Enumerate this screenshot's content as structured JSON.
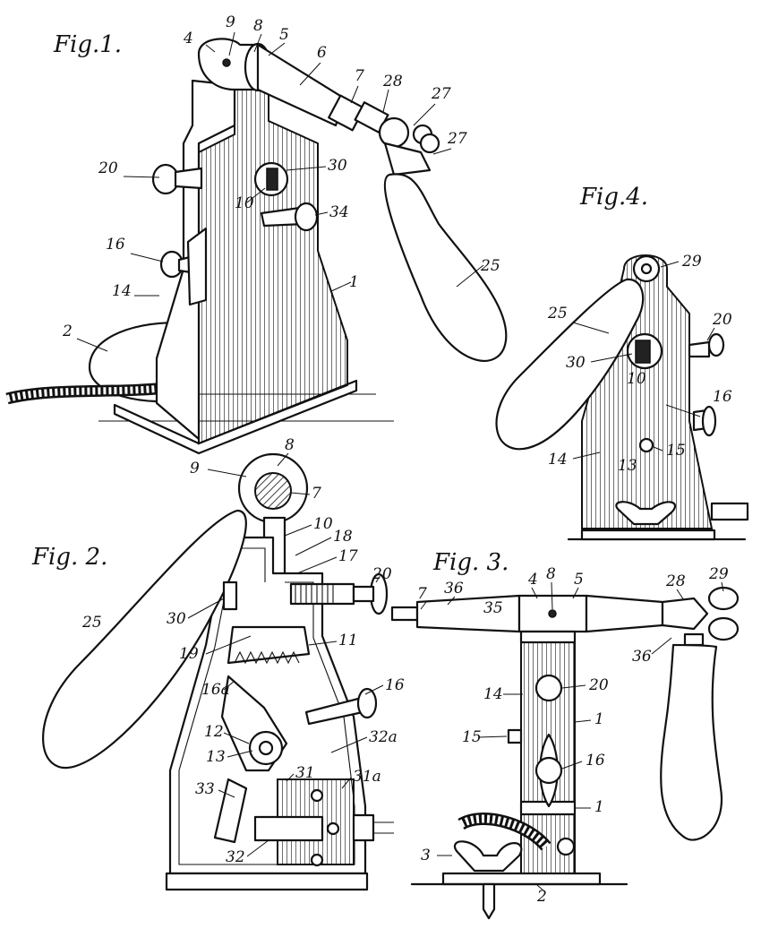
{
  "figures": [
    {
      "title": "Fig.1.",
      "labels": [
        "4",
        "9",
        "8",
        "5",
        "6",
        "7",
        "28",
        "27",
        "27",
        "20",
        "30",
        "10",
        "34",
        "16",
        "25",
        "14",
        "1",
        "2"
      ]
    },
    {
      "title": "Fig. 2.",
      "labels": [
        "9",
        "8",
        "7",
        "10",
        "18",
        "17",
        "20",
        "30",
        "25",
        "19",
        "11",
        "16a",
        "16",
        "12",
        "13",
        "32a",
        "31a",
        "31",
        "33",
        "32"
      ]
    },
    {
      "title": "Fig. 3.",
      "labels": [
        "7",
        "36",
        "35",
        "4",
        "8",
        "5",
        "28",
        "29",
        "20",
        "14",
        "1",
        "15",
        "16",
        "1",
        "36",
        "3",
        "2"
      ]
    },
    {
      "title": "Fig.4.",
      "labels": [
        "29",
        "25",
        "20",
        "30",
        "10",
        "16",
        "14",
        "13",
        "15"
      ]
    }
  ],
  "colors": {
    "ink": "#111111",
    "paper": "#ffffff"
  }
}
